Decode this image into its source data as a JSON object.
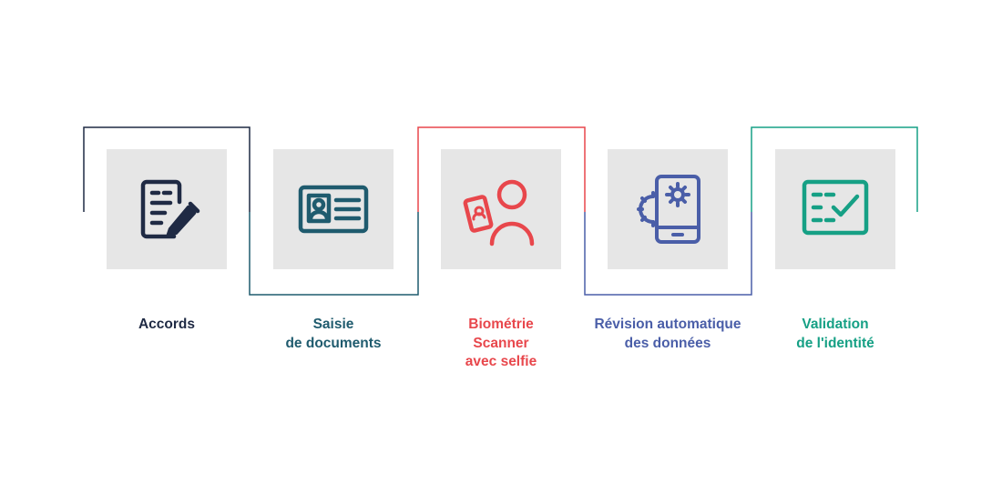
{
  "colors": {
    "navy": "#1f2a44",
    "teal_dark": "#1f5b6e",
    "coral": "#e8474c",
    "blue": "#4a5ea8",
    "teal": "#16a085",
    "tile_bg": "#e6e6e6"
  },
  "steps": [
    {
      "icon": "document-signature-icon",
      "lines": [
        "Accords"
      ]
    },
    {
      "icon": "id-card-icon",
      "lines": [
        "Saisie",
        "de documents"
      ]
    },
    {
      "icon": "selfie-scan-icon",
      "lines": [
        "Biométrie",
        "Scanner",
        "avec selfie"
      ]
    },
    {
      "icon": "phone-gear-icon",
      "lines": [
        "Révision automatique",
        "des données"
      ]
    },
    {
      "icon": "checklist-icon",
      "lines": [
        "Validation",
        "de l'identité"
      ]
    }
  ]
}
